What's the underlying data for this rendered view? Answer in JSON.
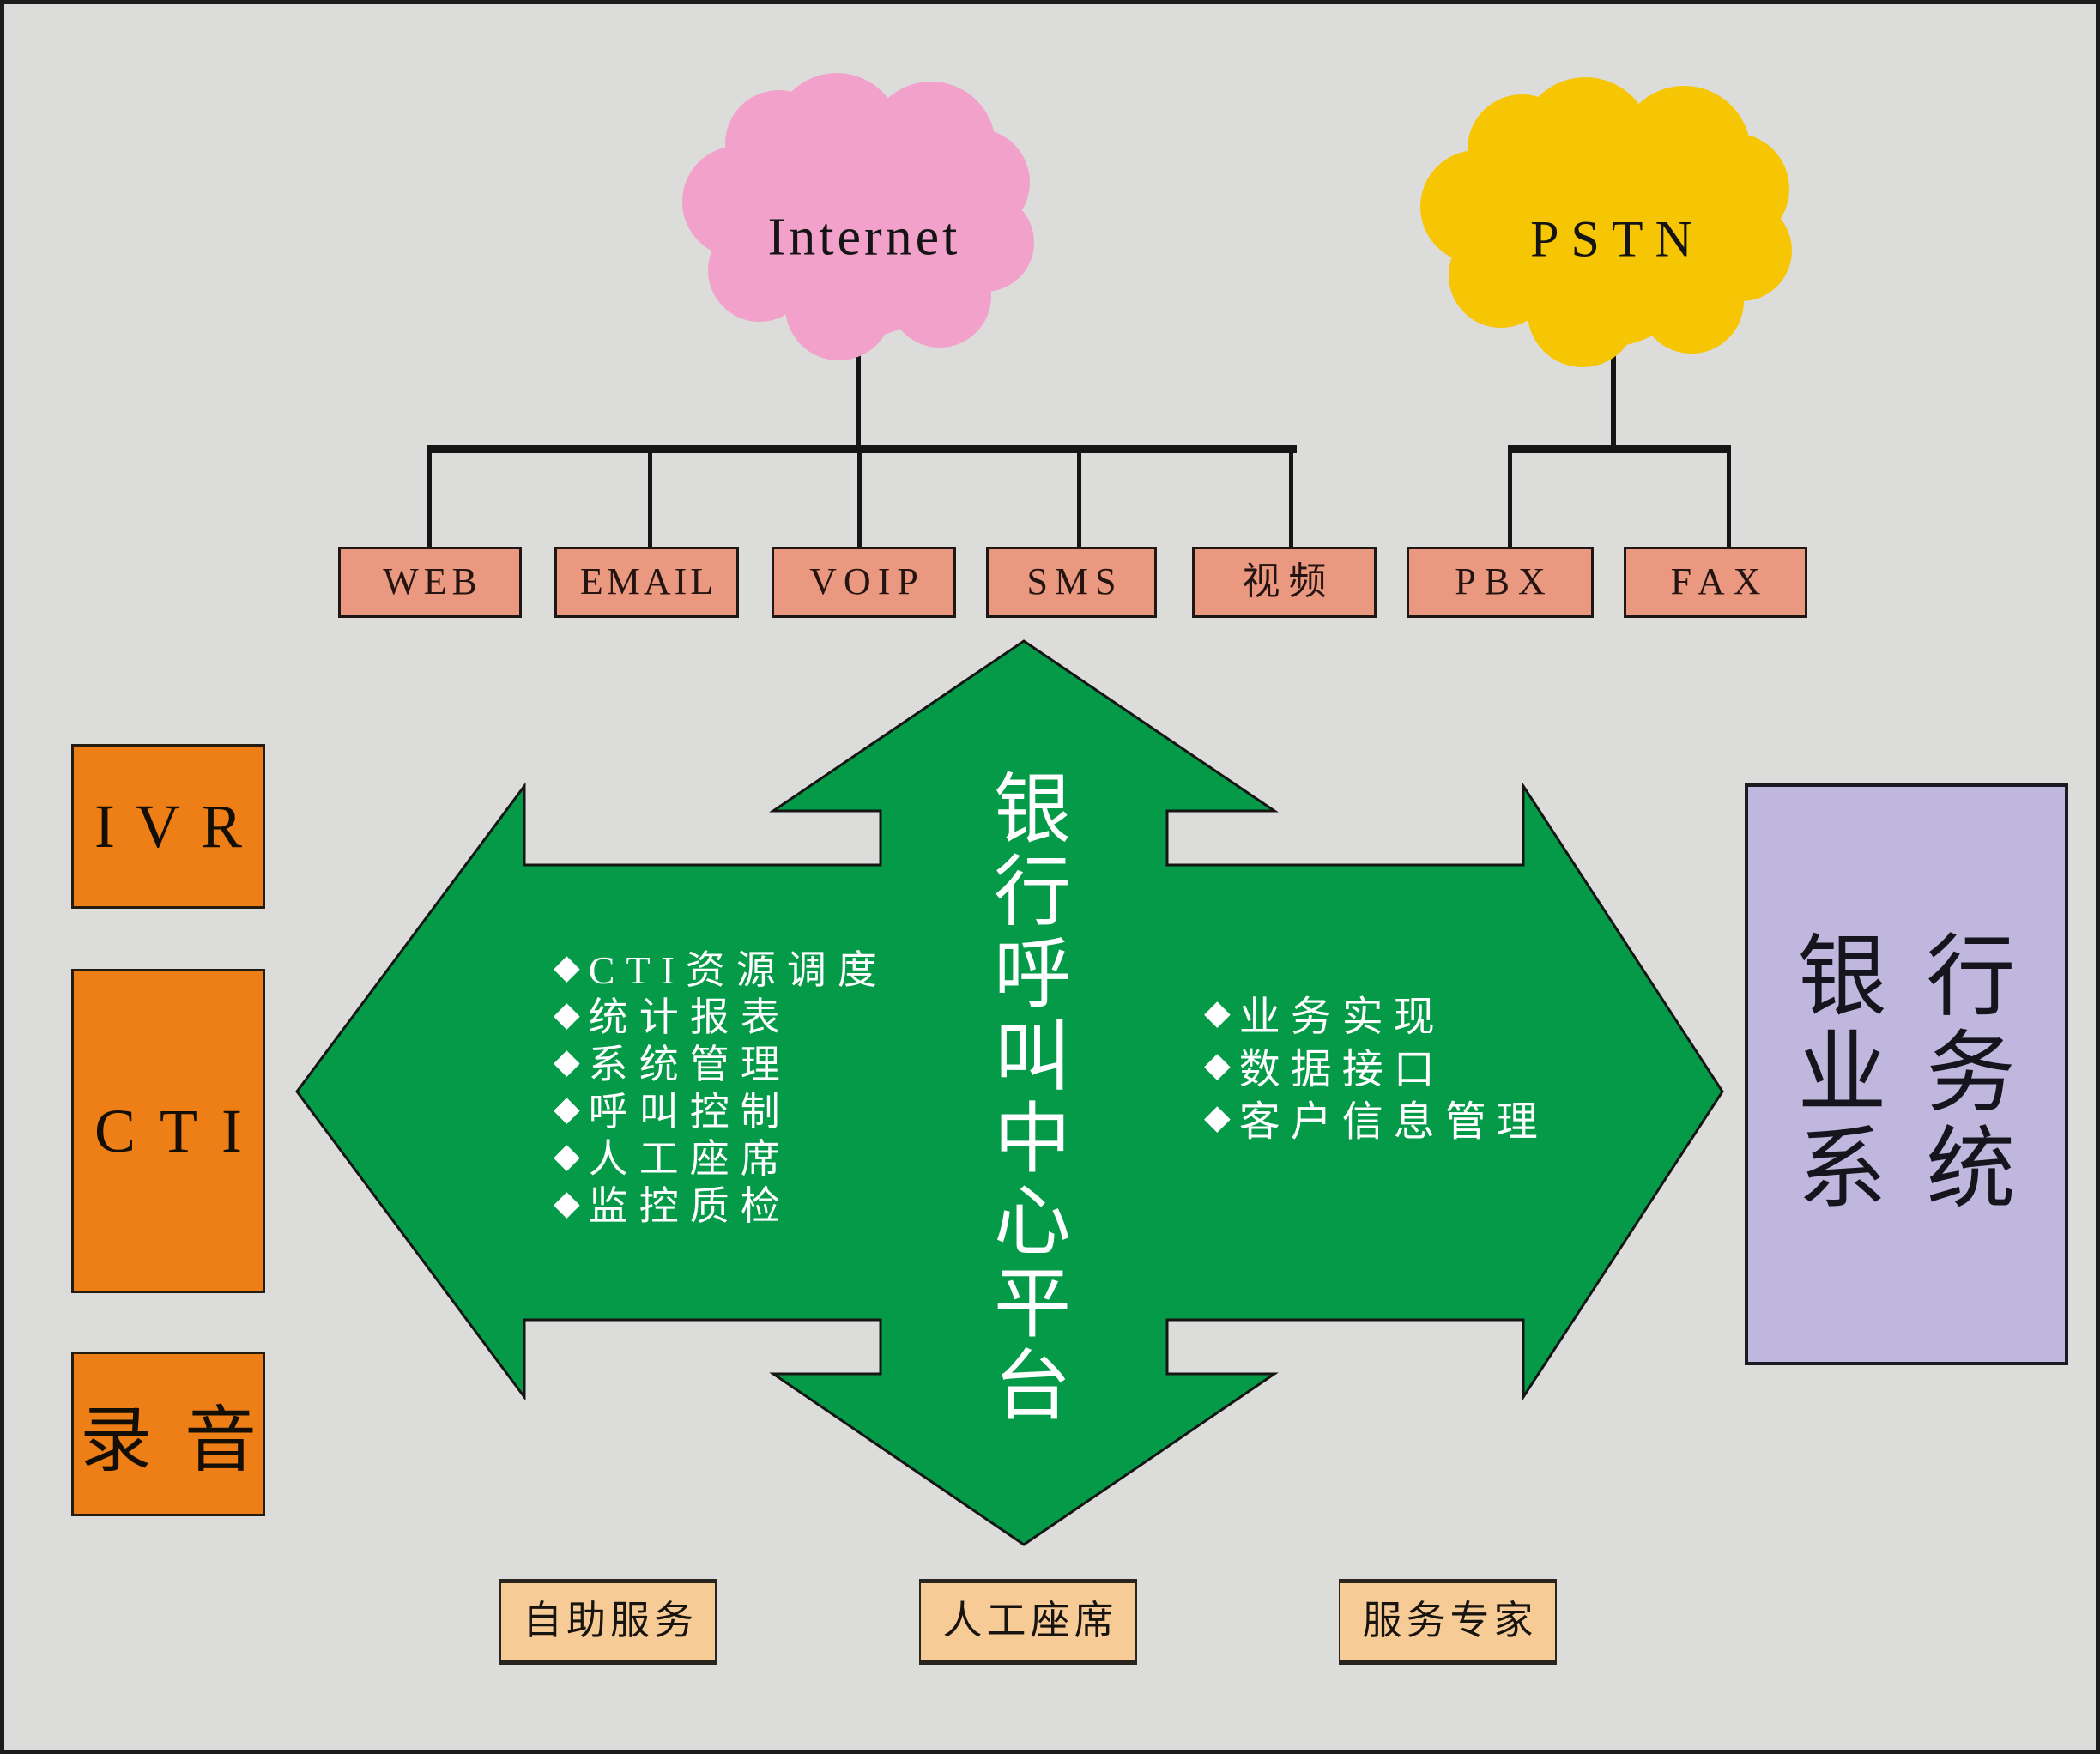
{
  "frame": {
    "background": "#dcdcda",
    "border_color": "#1c1c1c"
  },
  "clouds": {
    "internet": {
      "label": "Internet",
      "fill": "#f1a1ca"
    },
    "pstn": {
      "label": "PSTN",
      "fill": "#f6c504"
    }
  },
  "channels": [
    {
      "label": "WEB"
    },
    {
      "label": "EMAIL"
    },
    {
      "label": "VOIP"
    },
    {
      "label": "SMS"
    },
    {
      "label": "视频"
    },
    {
      "label": "PBX"
    },
    {
      "label": "FAX"
    }
  ],
  "channel_fill": "#ea987f",
  "modules": [
    {
      "label": "IVR"
    },
    {
      "label": "CTI"
    },
    {
      "label": "录音"
    }
  ],
  "module_fill": "#ee7e16",
  "platform": {
    "fill": "#049a47",
    "title": "银行呼叫中心平台",
    "bullet_icon": "◆",
    "left_features": [
      "CTI资源调度",
      "统计报表",
      "系统管理",
      "呼叫控制",
      "人工座席",
      "监控质检"
    ],
    "right_features": [
      "业务实现",
      "数据接口",
      "客户信息管理"
    ]
  },
  "bank_system": {
    "fill": "#bfb7dd",
    "label": "银行业务系统",
    "rows": [
      "银行",
      "业务",
      "系统"
    ]
  },
  "services": [
    {
      "label": "自助服务"
    },
    {
      "label": "人工座席"
    },
    {
      "label": "服务专家"
    }
  ],
  "service_fill": "#f7cb96"
}
